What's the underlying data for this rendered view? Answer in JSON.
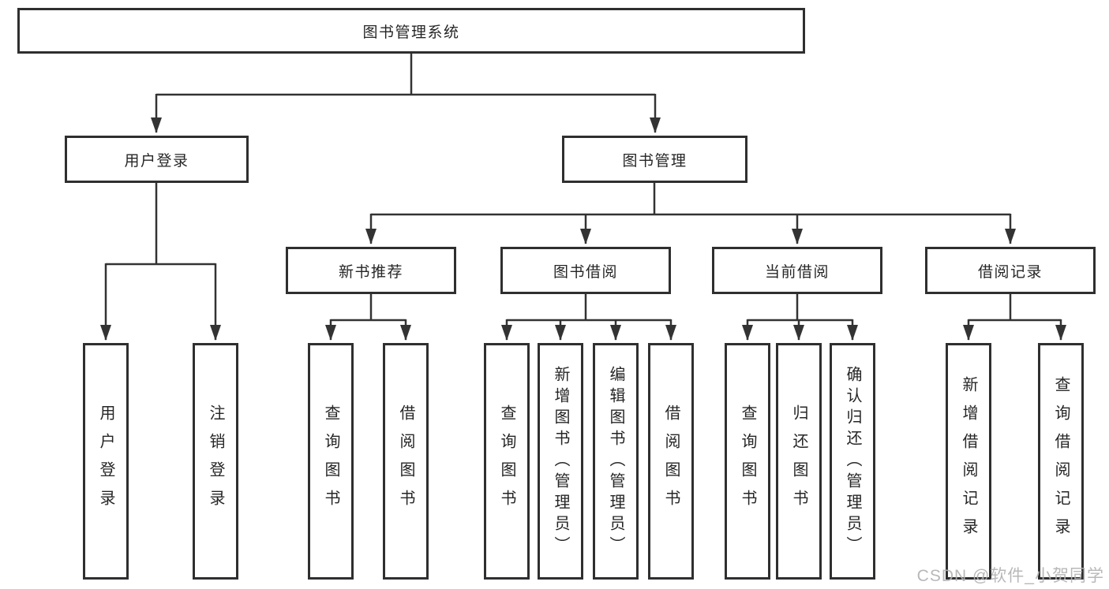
{
  "nodes": {
    "root": "图书管理系统",
    "user_login": "用户登录",
    "book_mgmt": "图书管理",
    "new_book": "新书推荐",
    "book_borrow": "图书借阅",
    "current_borrow": "当前借阅",
    "borrow_record": "借阅记录",
    "leaves": {
      "user_login": [
        "用户登录",
        "注销登录"
      ],
      "new_book": [
        "查询图书",
        "借阅图书"
      ],
      "book_borrow": [
        "查询图书",
        "新增图书（管理员）",
        "编辑图书（管理员）",
        "借阅图书"
      ],
      "current_borrow": [
        "查询图书",
        "归还图书",
        "确认归还（管理员）"
      ],
      "borrow_record": [
        "新增借阅记录",
        "查询借阅记录"
      ]
    }
  },
  "watermark": "CSDN @软件_小贺同学",
  "colors": {
    "line": "#333333",
    "border": "#2f2f2f",
    "text": "#262626",
    "watermark": "#b5b5b5",
    "background": "#ffffff"
  }
}
